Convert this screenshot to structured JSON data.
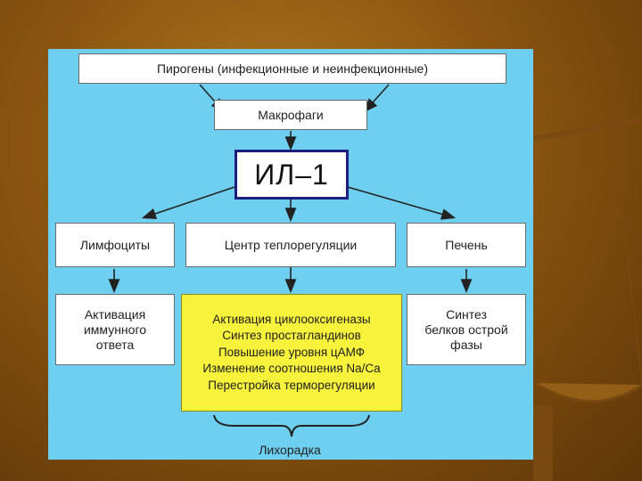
{
  "diagram": {
    "pyrogens": "Пирогены (инфекционные и неинфекционные)",
    "macrophages": "Макрофаги",
    "il1": "ИЛ–1",
    "lymphocytes": "Лимфоциты",
    "thermoregulation_center": "Центр теплорегуляции",
    "liver": "Печень",
    "immune_activation": "Активация\nиммунного\nответа",
    "center_effects": "Активация циклооксигеназы\nСинтез простагландинов\nПовышение уровня цАМФ\nИзменение соотношения Na/Ca\nПерестройка терморегуляции",
    "acute_phase": "Синтез\nбелков острой\nфазы",
    "fever": "Лихорадка"
  },
  "colors": {
    "panel": "#6fcff0",
    "highlight_box": "#f7f23b",
    "il1_border": "#1a1f7e",
    "background": "#8a5510"
  }
}
